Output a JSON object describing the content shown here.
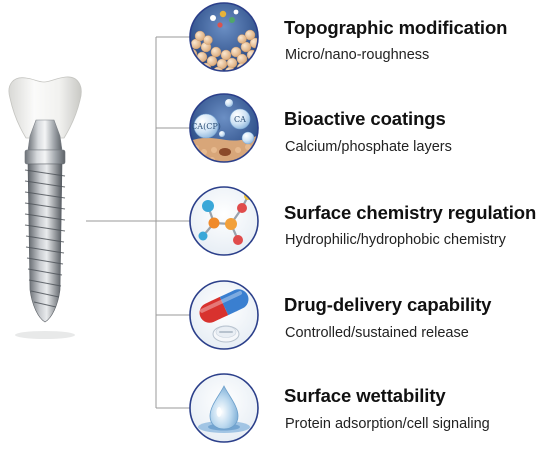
{
  "items": [
    {
      "title": "Topographic modification",
      "subtitle": "Micro/nano-roughness",
      "icon": "porous-surface-icon"
    },
    {
      "title": "Bioactive coatings",
      "subtitle": "Calcium/phosphate layers",
      "icon": "coating-bubbles-icon",
      "labels": [
        "CA(CP)",
        "CA"
      ]
    },
    {
      "title": "Surface chemistry regulation",
      "subtitle": "Hydrophilic/hydrophobic chemistry",
      "icon": "molecule-icon"
    },
    {
      "title": "Drug-delivery capability",
      "subtitle": "Controlled/sustained release",
      "icon": "capsule-pill-icon"
    },
    {
      "title": "Surface wettability",
      "subtitle": "Protein adsorption/cell signaling",
      "icon": "water-drop-icon"
    }
  ],
  "colors": {
    "connector": "#9a9a9a",
    "circle_border": "#2b3f8a",
    "title": "#111111",
    "subtitle": "#222222",
    "implant": "#a9aeb4",
    "crown": "#f2f2f0"
  }
}
